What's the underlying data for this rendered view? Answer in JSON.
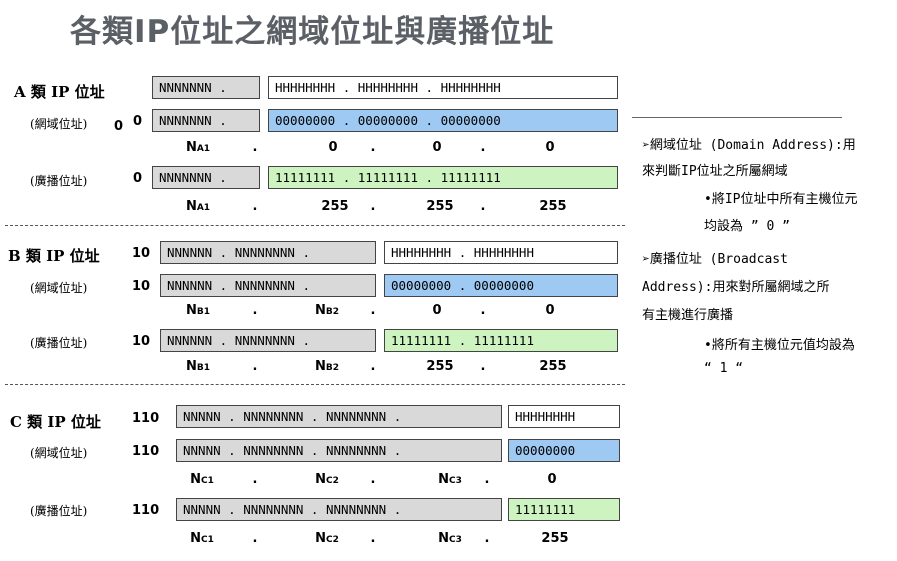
{
  "title": "各類IP位址之網域位址與廣播位址",
  "classA": {
    "label": "A 類 IP 位址",
    "net_label": "(網域位址)",
    "bc_label": "(廣播位址)",
    "row1": {
      "n": "NNNNNNN .",
      "h": "HHHHHHHH .  HHHHHHHH .  HHHHHHHH"
    },
    "row2": {
      "extra": "0",
      "prefix": "0",
      "n": "NNNNNNN .",
      "h": "00000000 .  00000000 .  00000000"
    },
    "lbl2": {
      "n1": "N",
      "n1s": "A1",
      "d1": ".",
      "v1": "0",
      "d2": ".",
      "v2": "0",
      "d3": ".",
      "v3": "0"
    },
    "row3": {
      "prefix": "0",
      "n": "NNNNNNN .",
      "h": "11111111 .   11111111 .  11111111"
    },
    "lbl3": {
      "n1": "N",
      "n1s": "A1",
      "d1": ".",
      "v1": "255",
      "d2": ".",
      "v2": "255",
      "d3": ".",
      "v3": "255"
    }
  },
  "classB": {
    "label": "B 類 IP 位址",
    "net_label": "(網域位址)",
    "bc_label": "(廣播位址)",
    "row1": {
      "prefix": "10",
      "n": "NNNNNN . NNNNNNNN .",
      "h": "HHHHHHHH .  HHHHHHHH"
    },
    "row2": {
      "prefix": "10",
      "n": "NNNNNN . NNNNNNNN .",
      "h": "00000000 .  00000000"
    },
    "lbl2": {
      "n1": "N",
      "n1s": "B1",
      "d1": ".",
      "n2": "N",
      "n2s": "B2",
      "d2": ".",
      "v1": "0",
      "d3": ".",
      "v2": "0"
    },
    "row3": {
      "prefix": "10",
      "n": "NNNNNN . NNNNNNNN .",
      "h": "11111111 .  11111111"
    },
    "lbl3": {
      "n1": "N",
      "n1s": "B1",
      "d1": ".",
      "n2": "N",
      "n2s": "B2",
      "d2": ".",
      "v1": "255",
      "d3": ".",
      "v2": "255"
    }
  },
  "classC": {
    "label": "C 類 IP 位址",
    "net_label": "(網域位址)",
    "bc_label": "(廣播位址)",
    "row1": {
      "prefix": "110",
      "n": "NNNNN .  NNNNNNNN .   NNNNNNNN .",
      "h": "HHHHHHHH"
    },
    "row2": {
      "prefix": "110",
      "n": "NNNNN .  NNNNNNNN .   NNNNNNNN .",
      "h": "00000000"
    },
    "lbl2": {
      "n1": "N",
      "n1s": "C1",
      "d1": ".",
      "n2": "N",
      "n2s": "C2",
      "d2": ".",
      "n3": "N",
      "n3s": "C3",
      "d3": ".",
      "v1": "0"
    },
    "row3": {
      "prefix": "110",
      "n": "NNNNN .  NNNNNNNN .   NNNNNNNN .",
      "h": "11111111"
    },
    "lbl3": {
      "n1": "N",
      "n1s": "C1",
      "d1": ".",
      "n2": "N",
      "n2s": "C2",
      "d2": ".",
      "n3": "N",
      "n3s": "C3",
      "d3": ".",
      "v1": "255"
    }
  },
  "notes": {
    "p1_line1": "➢網域位址 (Domain Address):用",
    "p1_line2": "來判斷IP位址之所屬網域",
    "p1_sub_line1": "•將IP位址中所有主機位元",
    "p1_sub_line2": "均設為 ” 0 ”",
    "p2_line1": "➢廣播位址 (Broadcast",
    "p2_line2": "Address):用來對所屬網域之所",
    "p2_line3": "有主機進行廣播",
    "p2_sub_line1": "•將所有主機位元值均設為",
    "p2_sub_line2": "“ 1 “"
  },
  "colors": {
    "network": "#d9d9d9",
    "host": "#ffffff",
    "netaddr": "#9ec9f2",
    "broadcast": "#cdf3c1",
    "title": "#5b6066"
  }
}
